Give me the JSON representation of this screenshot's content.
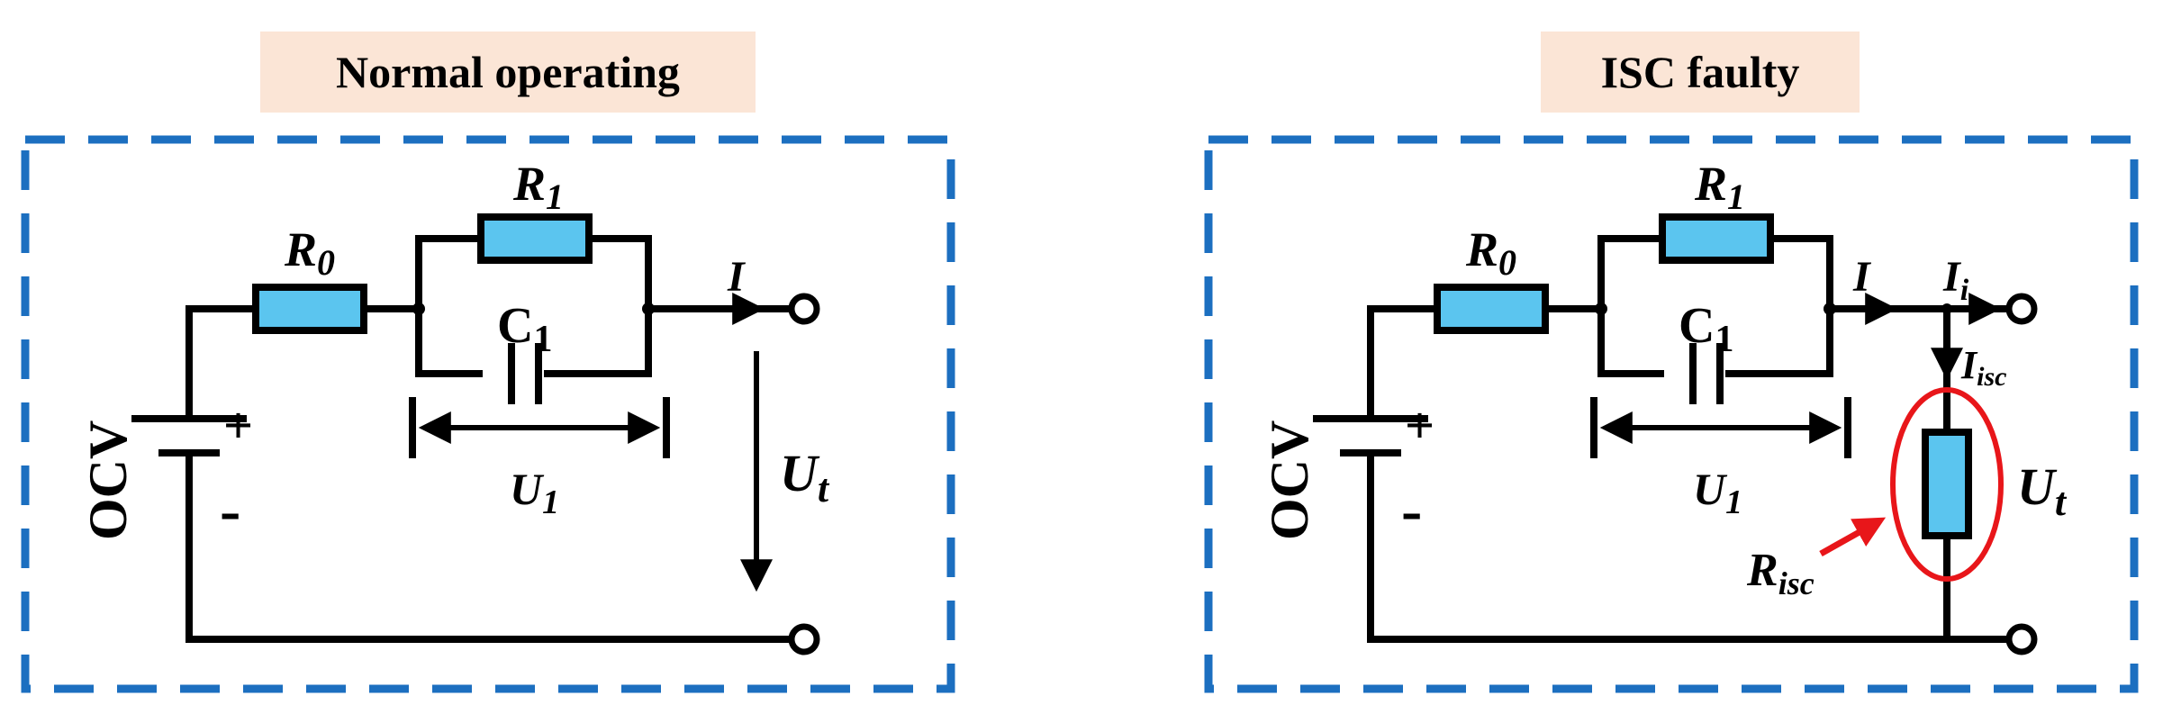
{
  "panels": [
    {
      "title": "Normal operating",
      "labels": {
        "R0": "R",
        "R0_sub": "0",
        "R1": "R",
        "R1_sub": "1",
        "C1": "C",
        "C1_sub": "1",
        "I": "I",
        "U1": "U",
        "U1_sub": "1",
        "Ut": "U",
        "Ut_sub": "t",
        "OCV": "OCV",
        "plus": "+",
        "minus": "-"
      }
    },
    {
      "title": "ISC faulty",
      "labels": {
        "R0": "R",
        "R0_sub": "0",
        "R1": "R",
        "R1_sub": "1",
        "C1": "C",
        "C1_sub": "1",
        "I": "I",
        "Ii": "I",
        "Ii_sub": "i",
        "Iisc": "I",
        "Iisc_sub": "isc",
        "U1": "U",
        "U1_sub": "1",
        "Ut": "U",
        "Ut_sub": "t",
        "Risc": "R",
        "Risc_sub": "isc",
        "OCV": "OCV",
        "plus": "+",
        "minus": "-"
      }
    }
  ],
  "colors": {
    "border": "#1c6fc0",
    "resistor_fill": "#5bc5ef",
    "title_bg": "#fbe5d6",
    "highlight": "#e8161a"
  }
}
